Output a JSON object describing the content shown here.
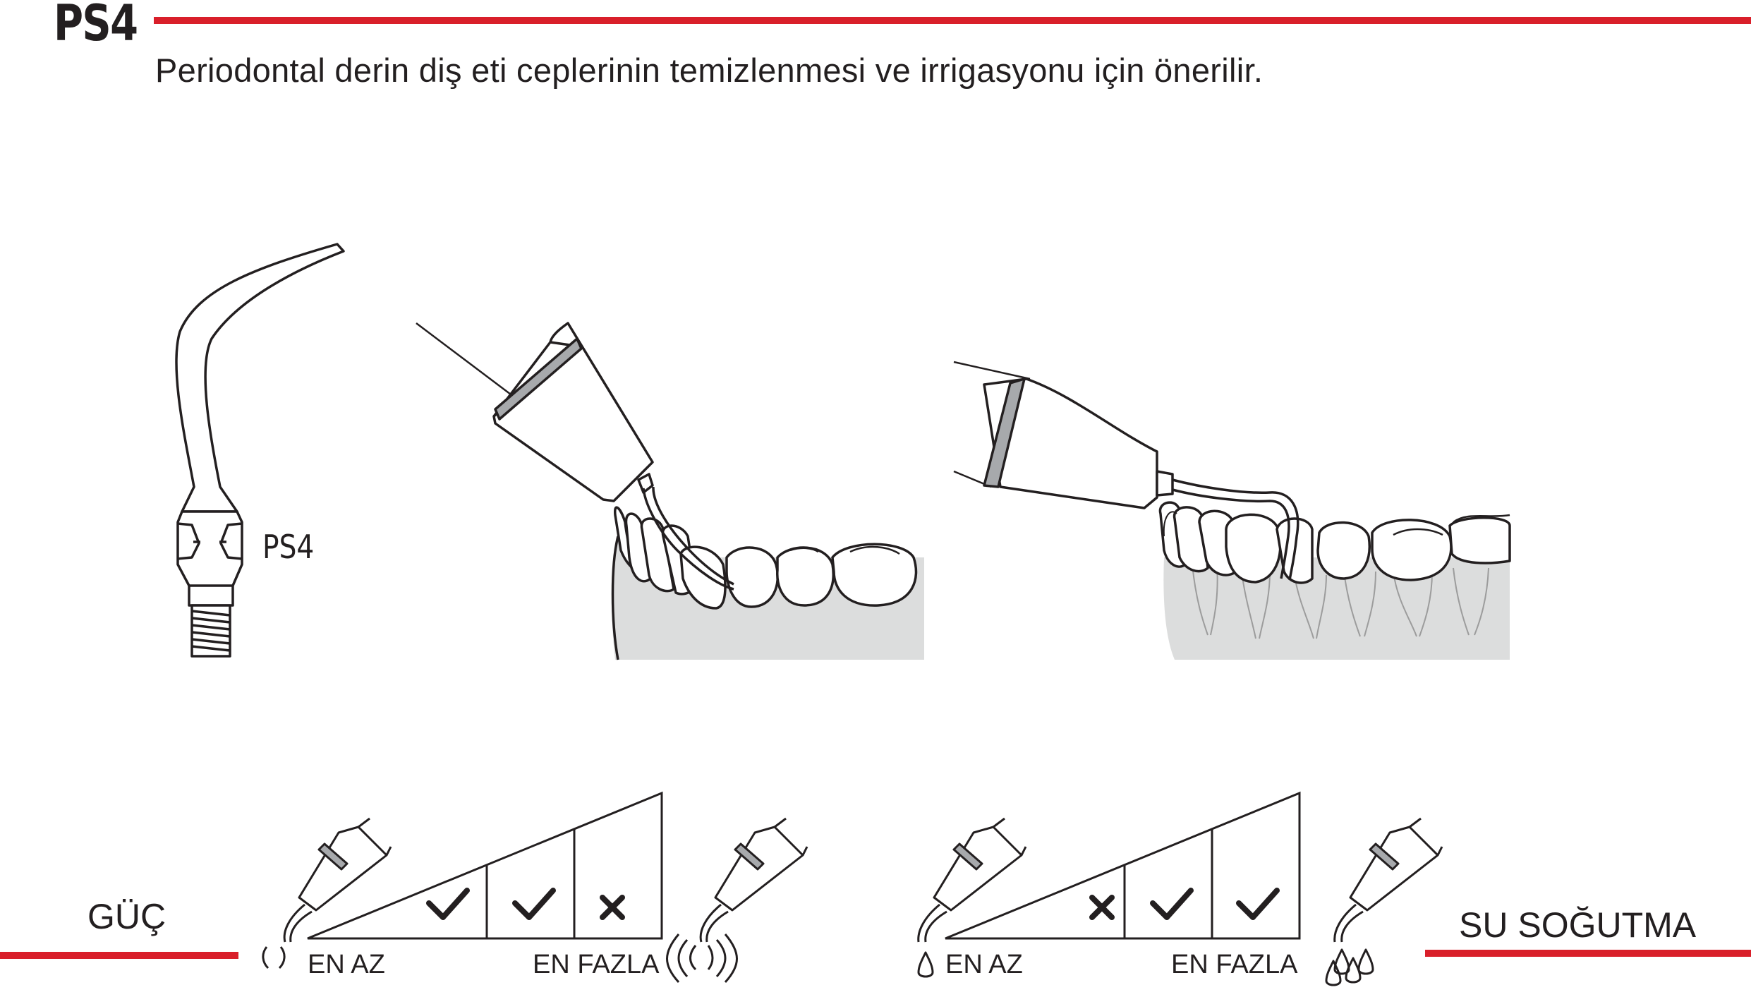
{
  "header": {
    "title": "PS4",
    "subtitle": "Periodontal derin diş eti ceplerinin temizlenmesi ve irrigasyonu için önerilir."
  },
  "tip": {
    "label": "PS4"
  },
  "power": {
    "label": "GÜÇ",
    "min_label": "EN AZ",
    "max_label": "EN FAZLA",
    "levels": [
      "check",
      "check",
      "cross"
    ]
  },
  "water": {
    "label": "SU SOĞUTMA",
    "min_label": "EN AZ",
    "max_label": "EN FAZLA",
    "levels": [
      "cross",
      "check",
      "check"
    ]
  },
  "colors": {
    "accent": "#d91f2a",
    "ink": "#231f20",
    "gum": "#dcdddd",
    "band": "#a7a9ac"
  }
}
